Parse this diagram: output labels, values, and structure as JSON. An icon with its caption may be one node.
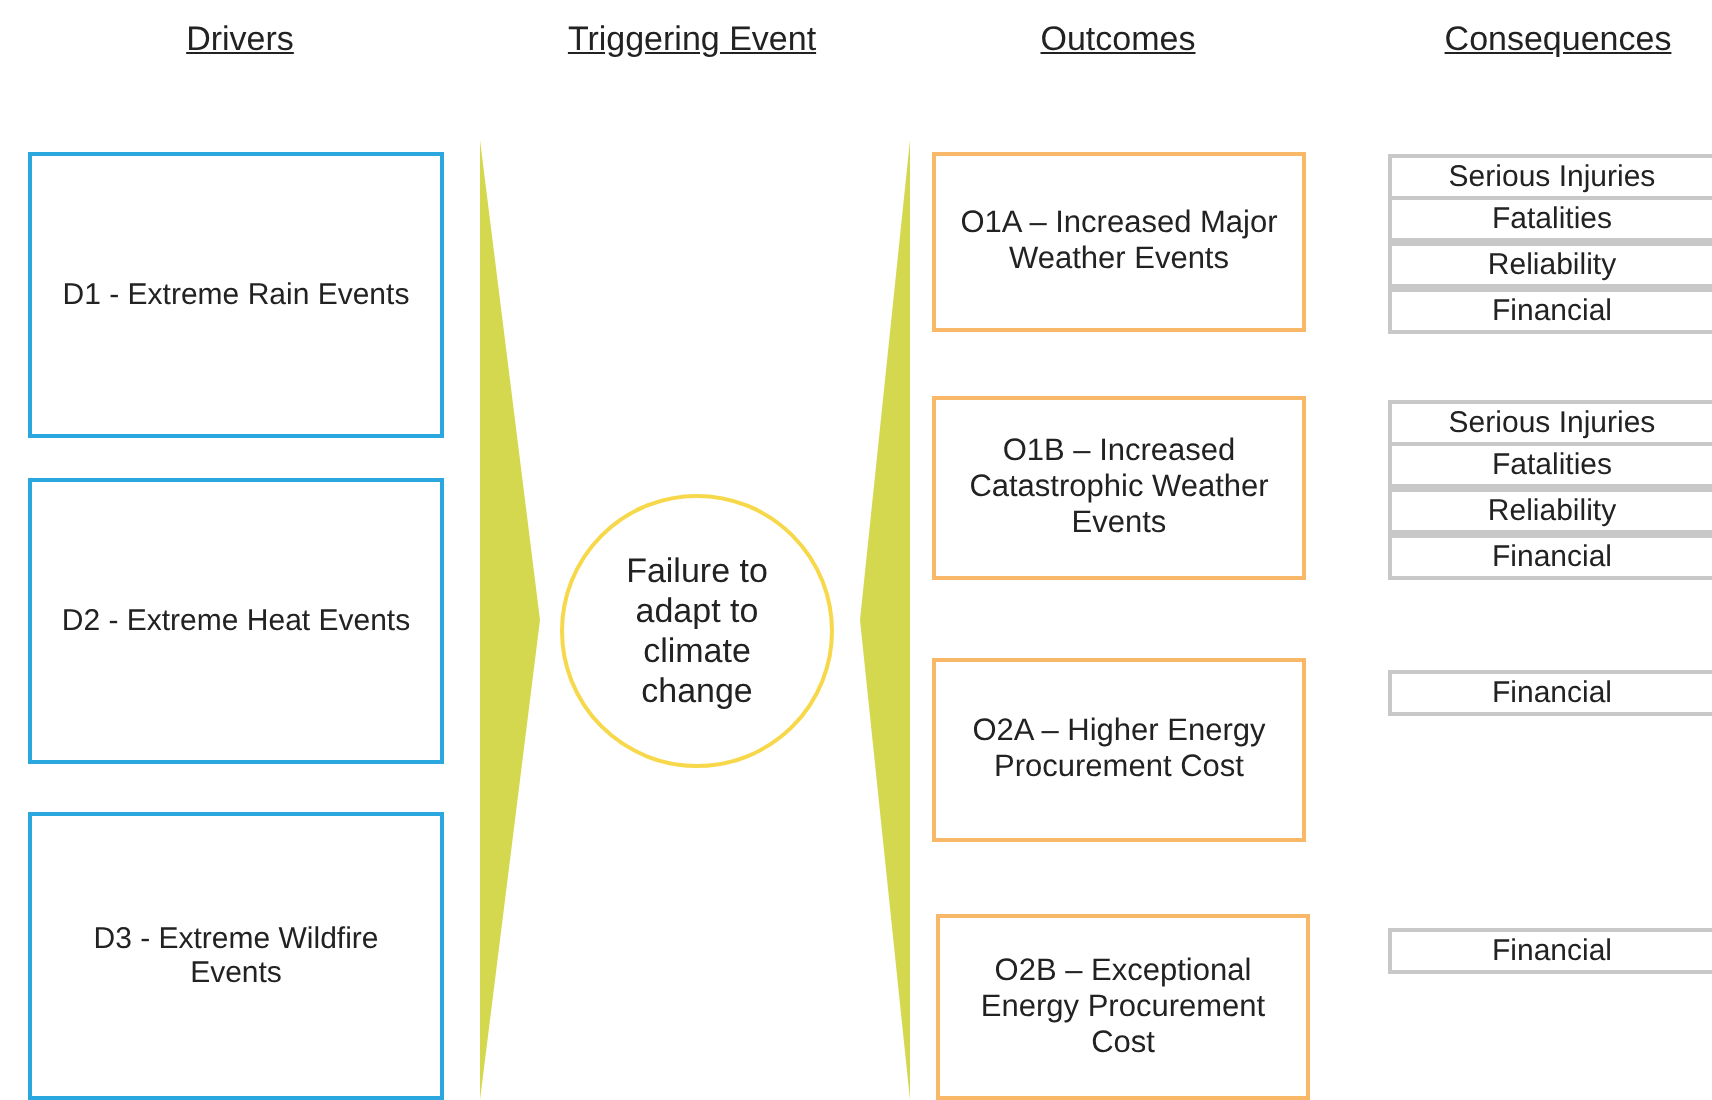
{
  "diagram": {
    "nodes": [
      {
        "text": [
          "D1 - Extreme Rain Events"
        ]
      },
      {
        "text": [
          "D2 - Extreme Heat Events"
        ]
      },
      {
        "text": [
          "D3 - Extreme Wildfire Events"
        ]
      },
      {
        "text": [],
        "shape": "triangle"
      },
      {
        "text": [
          "Failure to adapt to climate change"
        ]
      },
      {
        "text": [],
        "shape": "triangle"
      },
      {
        "text": [
          "O1A – Increased Major Weather Events"
        ]
      },
      {
        "text": [
          "O1B – Increased Catastrophic Weather Events"
        ]
      },
      {
        "text": [
          "O2A – Higher Energy Procurement Cost"
        ]
      },
      {
        "text": [
          "O2B – Exceptional Energy Procurement Cost"
        ]
      },
      {
        "text": [
          "Serious Injuries"
        ]
      },
      {
        "text": [
          "Fatalities"
        ]
      },
      {
        "text": [
          "Reliability"
        ]
      },
      {
        "text": [
          "Financial"
        ]
      },
      {
        "text": [
          "Serious Injuries"
        ]
      },
      {
        "text": [
          "Fatalities"
        ]
      },
      {
        "text": [
          "Reliability"
        ]
      },
      {
        "text": [
          "Financial"
        ]
      },
      {
        "text": [
          "Financial"
        ]
      },
      {
        "text": [
          "Financial"
        ]
      }
    ],
    "edges": [],
    "labels": [
      "Drivers",
      "Triggering Event",
      "Outcomes",
      "Consequences"
    ]
  }
}
